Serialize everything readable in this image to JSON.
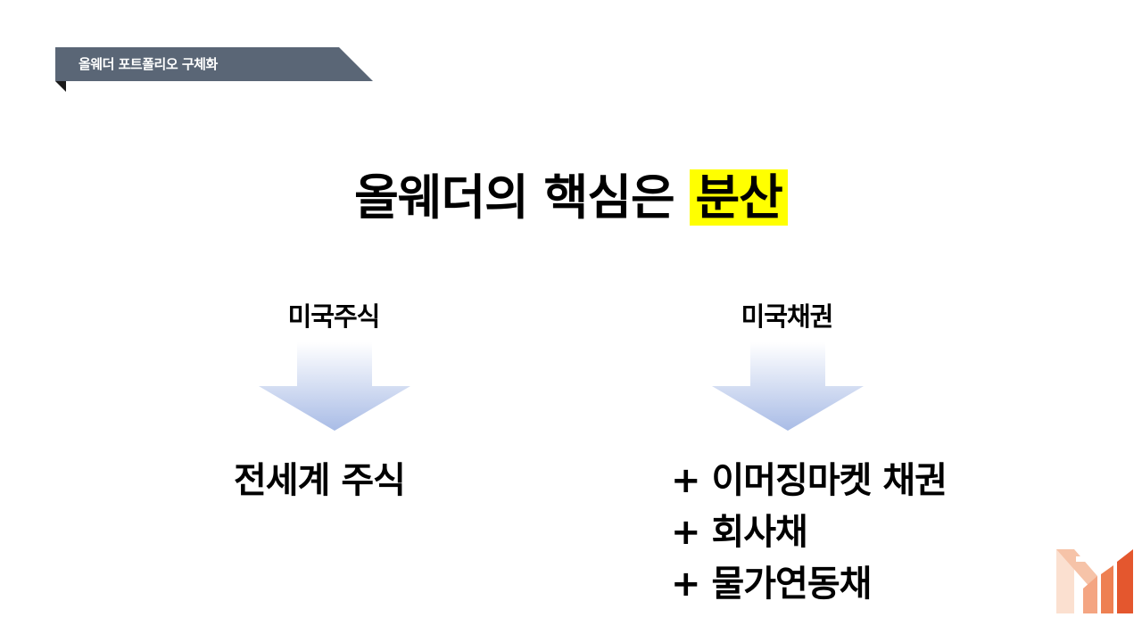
{
  "section_tab": {
    "label": "올웨더 포트폴리오 구체화",
    "color": "#5a6676"
  },
  "title": {
    "prefix": "올웨더의 핵심은 ",
    "highlight": "분산",
    "highlight_color": "#ffff00"
  },
  "left_column": {
    "label": "미국주식",
    "result": "전세계 주식"
  },
  "right_column": {
    "label": "미국채권",
    "results": [
      "+ 이머징마켓 채권",
      "+ 회사채",
      "+ 물가연동채"
    ]
  },
  "arrow": {
    "icon": "down-arrow-icon",
    "gradient_top": "#ffffff",
    "gradient_bottom": "#a9bce6"
  },
  "logo": {
    "icon": "m-logo-icon",
    "colors": [
      "#e4572e",
      "#f4a582",
      "#fbe0d0"
    ]
  }
}
